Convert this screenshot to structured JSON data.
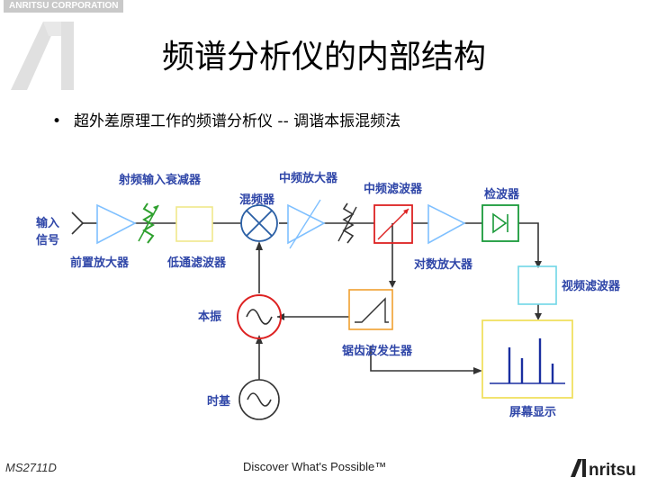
{
  "header": {
    "company": "ANRITSU CORPORATION"
  },
  "slide": {
    "title": "频谱分析仪的内部结构",
    "bullet": "超外差原理工作的频谱分析仪 -- 调谐本振混频法"
  },
  "diagram": {
    "labels": {
      "input_signal_1": "输入",
      "input_signal_2": "信号",
      "rf_attenuator": "射频输入衰减器",
      "preamp": "前置放大器",
      "lowpass": "低通滤波器",
      "mixer": "混频器",
      "if_amp": "中频放大器",
      "if_filter": "中频滤波器",
      "log_amp": "对数放大器",
      "detector": "检波器",
      "video_filter": "视频滤波器",
      "local_osc": "本振",
      "sawtooth": "锯齿波发生器",
      "timebase": "时基",
      "display": "屏幕显示"
    },
    "colors": {
      "label": "#2f46a8",
      "wire": "#333333",
      "amp": "#7fc0ff",
      "attenuator": "#2ea02e",
      "lowpass": "#f0e88a",
      "mixer": "#2a5fa5",
      "if_filter": "#dd2222",
      "detector": "#1a9a3a",
      "video_filter": "#6fd6e6",
      "local_osc": "#dd2222",
      "sawtooth": "#f0a030",
      "display": "#f0e060",
      "trace": "#1a2fa0"
    }
  },
  "footer": {
    "model": "MS2711D",
    "tagline": "Discover What's Possible™",
    "logo": "Anritsu"
  }
}
